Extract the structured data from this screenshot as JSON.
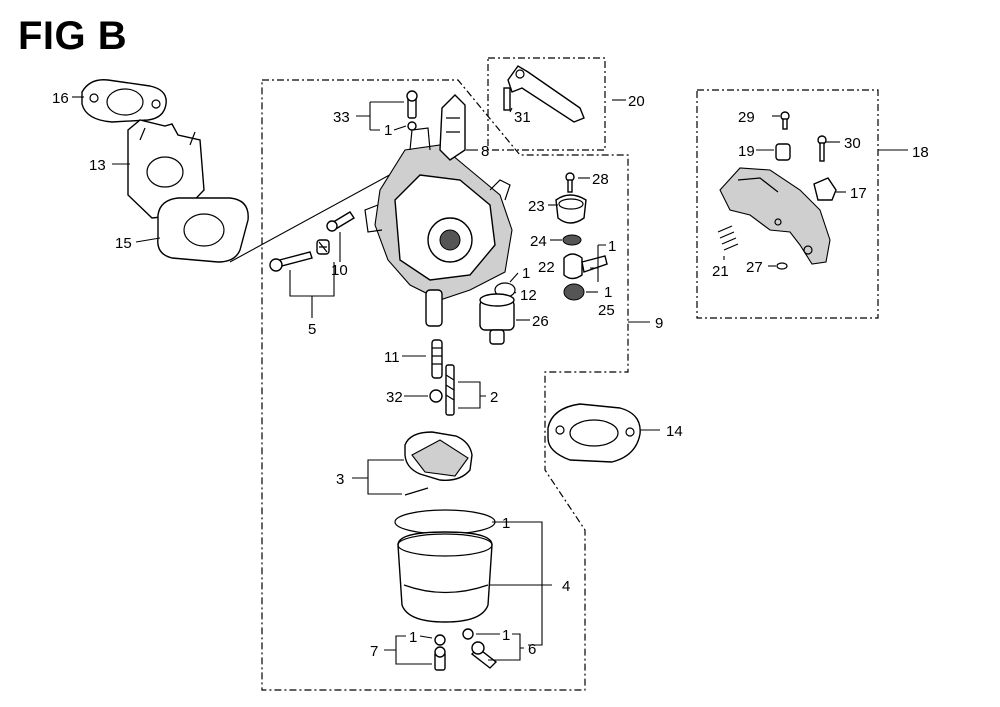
{
  "figure": {
    "title": "FIG B"
  },
  "callouts": {
    "c1a": "1",
    "c1b": "1",
    "c1c": "1",
    "c1d": "1",
    "c1e": "1",
    "c1f": "1",
    "c2": "2",
    "c3": "3",
    "c4": "4",
    "c5": "5",
    "c6": "6",
    "c7": "7",
    "c8": "8",
    "c9": "9",
    "c10": "10",
    "c11": "11",
    "c12": "12",
    "c13": "13",
    "c14": "14",
    "c15": "15",
    "c16": "16",
    "c17": "17",
    "c18": "18",
    "c19": "19",
    "c20": "20",
    "c21": "21",
    "c22": "22",
    "c23": "23",
    "c24": "24",
    "c25": "25",
    "c26": "26",
    "c27": "27",
    "c28": "28",
    "c29": "29",
    "c30": "30",
    "c31": "31",
    "c32": "32",
    "c33": "33"
  }
}
